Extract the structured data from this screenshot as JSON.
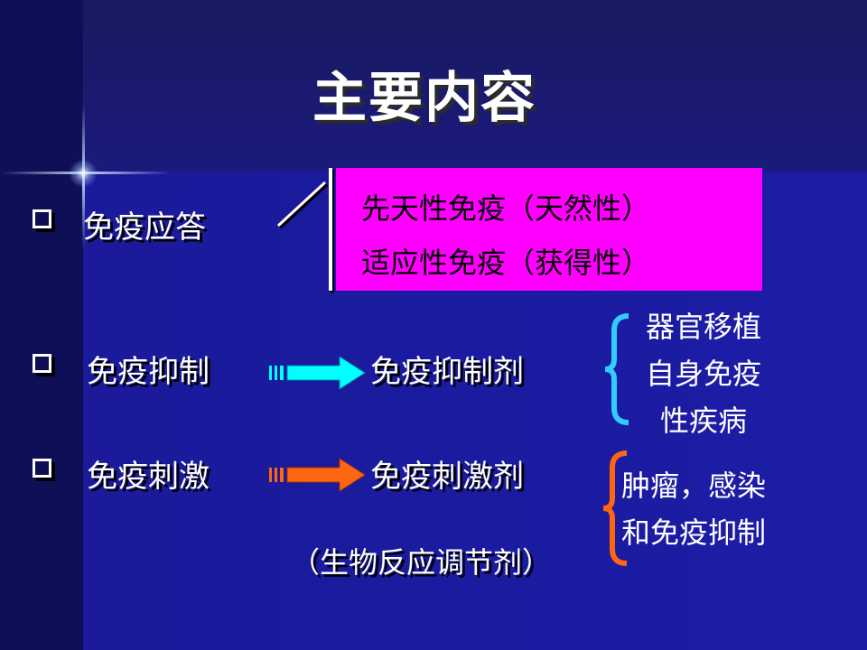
{
  "slide": {
    "title": "主要内容",
    "items": [
      {
        "label": "免疫应答"
      },
      {
        "label": "免疫抑制",
        "target": "免疫抑制剂"
      },
      {
        "label": "免疫刺激",
        "target": "免疫刺激剂"
      }
    ],
    "innate_lines": [
      "先天性免疫（天然性）",
      "适应性免疫（获得性）"
    ],
    "suppression_uses": [
      "器官移植",
      "自身免疫",
      "性疾病"
    ],
    "stimulation_uses": [
      "肿瘤，感染",
      "和免疫抑制"
    ],
    "stimulation_note": "（生物反应调节剂）",
    "colors": {
      "background": "#1c1ca6",
      "pink_box": "#ff00ff",
      "cyan_arrow": "#00ffff",
      "orange_arrow": "#ff6611",
      "cyan_brace": "#33ccff",
      "orange_brace": "#ff6611"
    }
  }
}
